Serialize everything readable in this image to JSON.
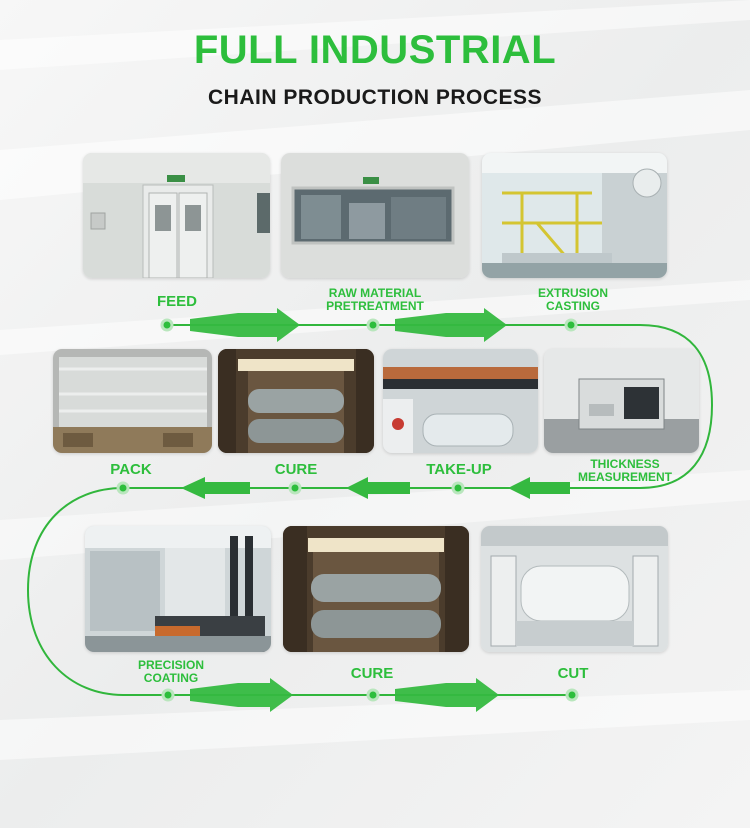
{
  "header": {
    "title": "FULL INDUSTRIAL",
    "subtitle": "CHAIN PRODUCTION PROCESS"
  },
  "colors": {
    "accent": "#2dbe3c",
    "arrow": "#31b63c",
    "text": "#1a1a1a"
  },
  "steps": [
    {
      "label": "FEED",
      "photo": "cleanroom-door-photo"
    },
    {
      "label": "RAW MATERIAL PRETREATMENT",
      "line1": "RAW MATERIAL",
      "line2": "PRETREATMENT",
      "photo": "observation-window-photo"
    },
    {
      "label": "EXTRUSION CASTING",
      "line1": "EXTRUSION",
      "line2": "CASTING",
      "photo": "extrusion-line-photo"
    },
    {
      "label": "THICKNESS MEASUREMENT",
      "line1": "THICKNESS",
      "line2": "MEASUREMENT",
      "photo": "thickness-gauge-photo"
    },
    {
      "label": "TAKE-UP",
      "photo": "take-up-roll-photo"
    },
    {
      "label": "CURE",
      "photo": "curing-room-rolls-photo"
    },
    {
      "label": "PACK",
      "photo": "packed-pallet-photo"
    },
    {
      "label": "PRECISION COATING",
      "line1": "PRECISION",
      "line2": "COATING",
      "photo": "coating-machine-forklift-photo"
    },
    {
      "label": "CURE",
      "photo": "curing-room-rolls-photo"
    },
    {
      "label": "CUT",
      "photo": "slitting-machine-photo"
    }
  ]
}
